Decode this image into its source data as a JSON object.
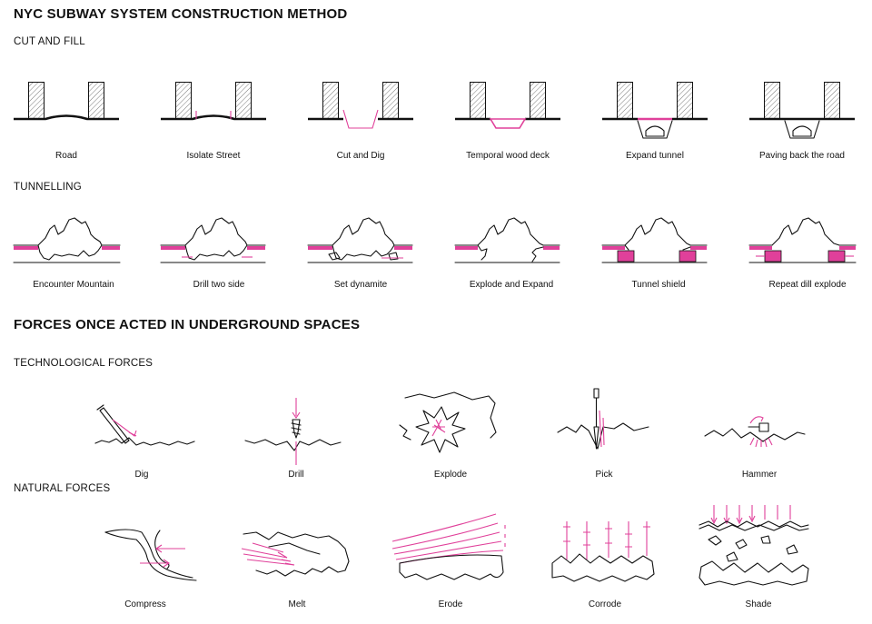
{
  "section1": {
    "title": "NYC SUBWAY SYSTEM CONSTRUCTION METHOD",
    "cut_and_fill": {
      "heading": "CUT AND FILL",
      "steps": [
        "Road",
        "Isolate Street",
        "Cut and Dig",
        "Temporal wood deck",
        "Expand tunnel",
        "Paving back the road"
      ]
    },
    "tunnelling": {
      "heading": "TUNNELLING",
      "steps": [
        "Encounter Mountain",
        "Drill two side",
        "Set dynamite",
        "Explode and Expand",
        "Tunnel shield",
        "Repeat dill explode"
      ]
    }
  },
  "section2": {
    "title": "FORCES ONCE ACTED IN UNDERGROUND SPACES",
    "technological": {
      "heading": "TECHNOLOGICAL FORCES",
      "items": [
        "Dig",
        "Drill",
        "Explode",
        "Pick",
        "Hammer"
      ]
    },
    "natural": {
      "heading": "NATURAL FORCES",
      "items": [
        "Compress",
        "Melt",
        "Erode",
        "Corrode",
        "Shade"
      ]
    }
  },
  "colors": {
    "accent": "#e0409a",
    "ink": "#111111"
  },
  "icons": [
    "building-hatch-icon",
    "mountain-icon",
    "dig-tool-icon",
    "drill-icon",
    "explosion-icon",
    "pick-icon",
    "hammer-icon",
    "compress-icon",
    "melt-icon",
    "erode-icon",
    "corrode-icon",
    "shade-icon"
  ]
}
